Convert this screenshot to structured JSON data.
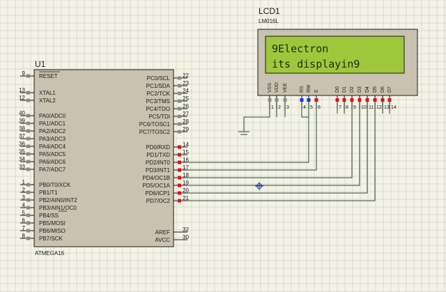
{
  "mcu": {
    "ref": "U1",
    "part": "ATMEGA16",
    "left_pins": [
      {
        "num": "9",
        "label": "RESET"
      },
      {
        "num": "13",
        "label": "XTAL1"
      },
      {
        "num": "12",
        "label": "XTAL2"
      },
      {
        "num": "40",
        "label": "PA0/ADC0"
      },
      {
        "num": "39",
        "label": "PA1/ADC1"
      },
      {
        "num": "38",
        "label": "PA2/ADC2"
      },
      {
        "num": "37",
        "label": "PA3/ADC3"
      },
      {
        "num": "36",
        "label": "PA4/ADC4"
      },
      {
        "num": "35",
        "label": "PA5/ADC5"
      },
      {
        "num": "34",
        "label": "PA6/ADC6"
      },
      {
        "num": "33",
        "label": "PA7/ADC7"
      },
      {
        "num": "1",
        "label": "PB0/T0/XCK"
      },
      {
        "num": "2",
        "label": "PB1/T1"
      },
      {
        "num": "3",
        "label": "PB2/AIN0/INT2"
      },
      {
        "num": "4",
        "label": "PB3/AIN1/OC0"
      },
      {
        "num": "5",
        "label": "PB4/SS"
      },
      {
        "num": "6",
        "label": "PB5/MOSI"
      },
      {
        "num": "7",
        "label": "PB6/MISO"
      },
      {
        "num": "8",
        "label": "PB7/SCK"
      }
    ],
    "right_pins": [
      {
        "num": "22",
        "label": "PC0/SCL"
      },
      {
        "num": "23",
        "label": "PC1/SDA"
      },
      {
        "num": "24",
        "label": "PC2/TCK"
      },
      {
        "num": "25",
        "label": "PC3/TMS"
      },
      {
        "num": "26",
        "label": "PC4/TDO"
      },
      {
        "num": "27",
        "label": "PC5/TDI"
      },
      {
        "num": "28",
        "label": "PC6/TOSC1"
      },
      {
        "num": "29",
        "label": "PC7/TOSC2"
      },
      {
        "num": "14",
        "label": "PD0/RXD"
      },
      {
        "num": "15",
        "label": "PD1/TXD"
      },
      {
        "num": "16",
        "label": "PD2/INT0"
      },
      {
        "num": "17",
        "label": "PD3/INT1"
      },
      {
        "num": "18",
        "label": "PD4/OC1B"
      },
      {
        "num": "19",
        "label": "PD5/OC1A"
      },
      {
        "num": "20",
        "label": "PD6/ICP1"
      },
      {
        "num": "21",
        "label": "PD7/OC2"
      },
      {
        "num": "32",
        "label": "AREF"
      },
      {
        "num": "30",
        "label": "AVCC"
      }
    ]
  },
  "lcd": {
    "ref": "LCD1",
    "part": "LM016L",
    "line1": "9Electron",
    "line2": "its displayin9",
    "pins": [
      {
        "num": "1",
        "label": "VSS"
      },
      {
        "num": "2",
        "label": "VDD"
      },
      {
        "num": "3",
        "label": "VEE"
      },
      {
        "num": "4",
        "label": "RS"
      },
      {
        "num": "5",
        "label": "RW"
      },
      {
        "num": "6",
        "label": "E"
      },
      {
        "num": "7",
        "label": "D0"
      },
      {
        "num": "8",
        "label": "D1"
      },
      {
        "num": "9",
        "label": "D2"
      },
      {
        "num": "10",
        "label": "D3"
      },
      {
        "num": "11",
        "label": "D4"
      },
      {
        "num": "12",
        "label": "D5"
      },
      {
        "num": "13",
        "label": "D6"
      },
      {
        "num": "14",
        "label": "D7"
      }
    ]
  },
  "colors": {
    "background": "#f3f3e6",
    "grid": "#d9d9cc",
    "body_fill": "#c9c2b1",
    "outline": "#1a1a1a",
    "wire": "#2a4a2a",
    "lcd_frame": "#c9c2b1",
    "lcd_screen": "#9fc73c",
    "lcd_text": "#1e2a10",
    "pin_logic_high": "#e0101a",
    "pin_logic_low": "#1a36d9",
    "pin_neutral": "#8a8a8a"
  }
}
